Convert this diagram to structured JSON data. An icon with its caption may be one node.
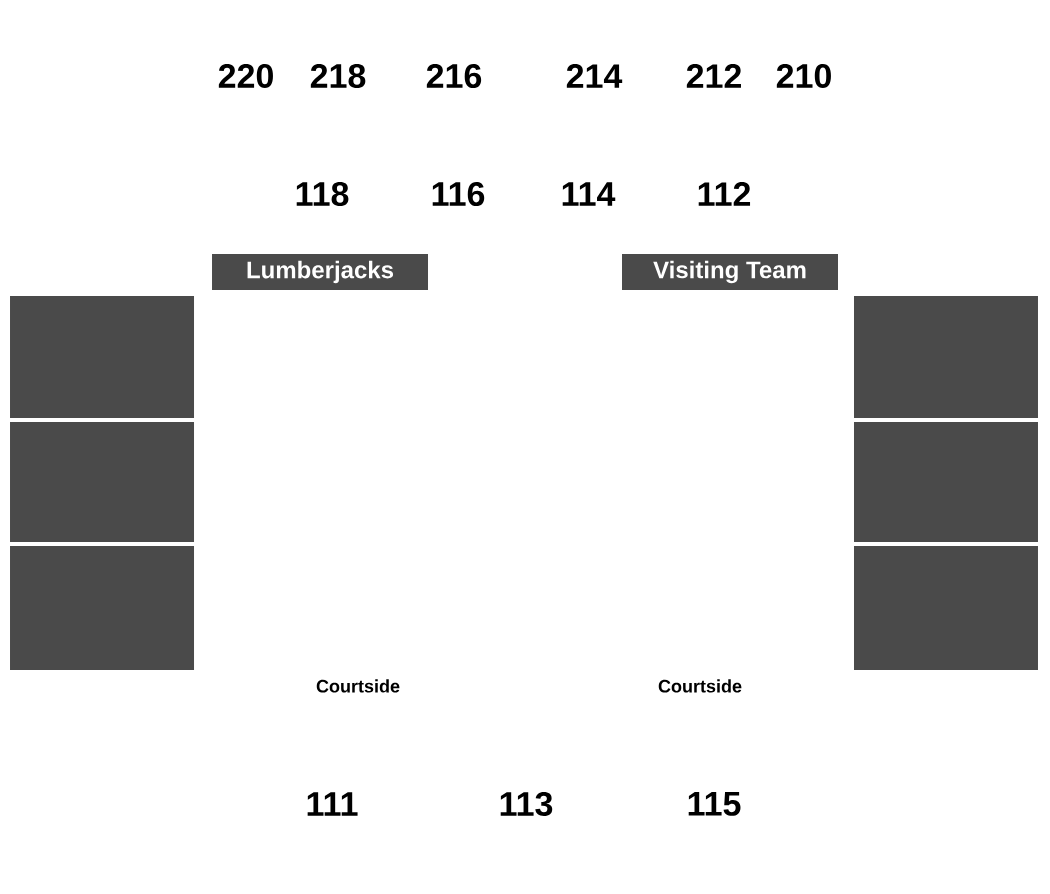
{
  "diagram": {
    "nodes": [
      {
        "text": [
          "Lumberjacks"
        ]
      },
      {
        "text": [
          "Visiting Team"
        ]
      },
      {
        "text": [],
        "shape": "box"
      },
      {
        "text": [],
        "shape": "box"
      },
      {
        "text": [],
        "shape": "box"
      },
      {
        "text": [],
        "shape": "box"
      },
      {
        "text": [],
        "shape": "box"
      },
      {
        "text": [],
        "shape": "box"
      }
    ],
    "labels": [
      "220",
      "218",
      "216",
      "214",
      "212",
      "210",
      "118",
      "116",
      "114",
      "112",
      "Courtside",
      "Courtside",
      "111",
      "113",
      "115"
    ]
  }
}
